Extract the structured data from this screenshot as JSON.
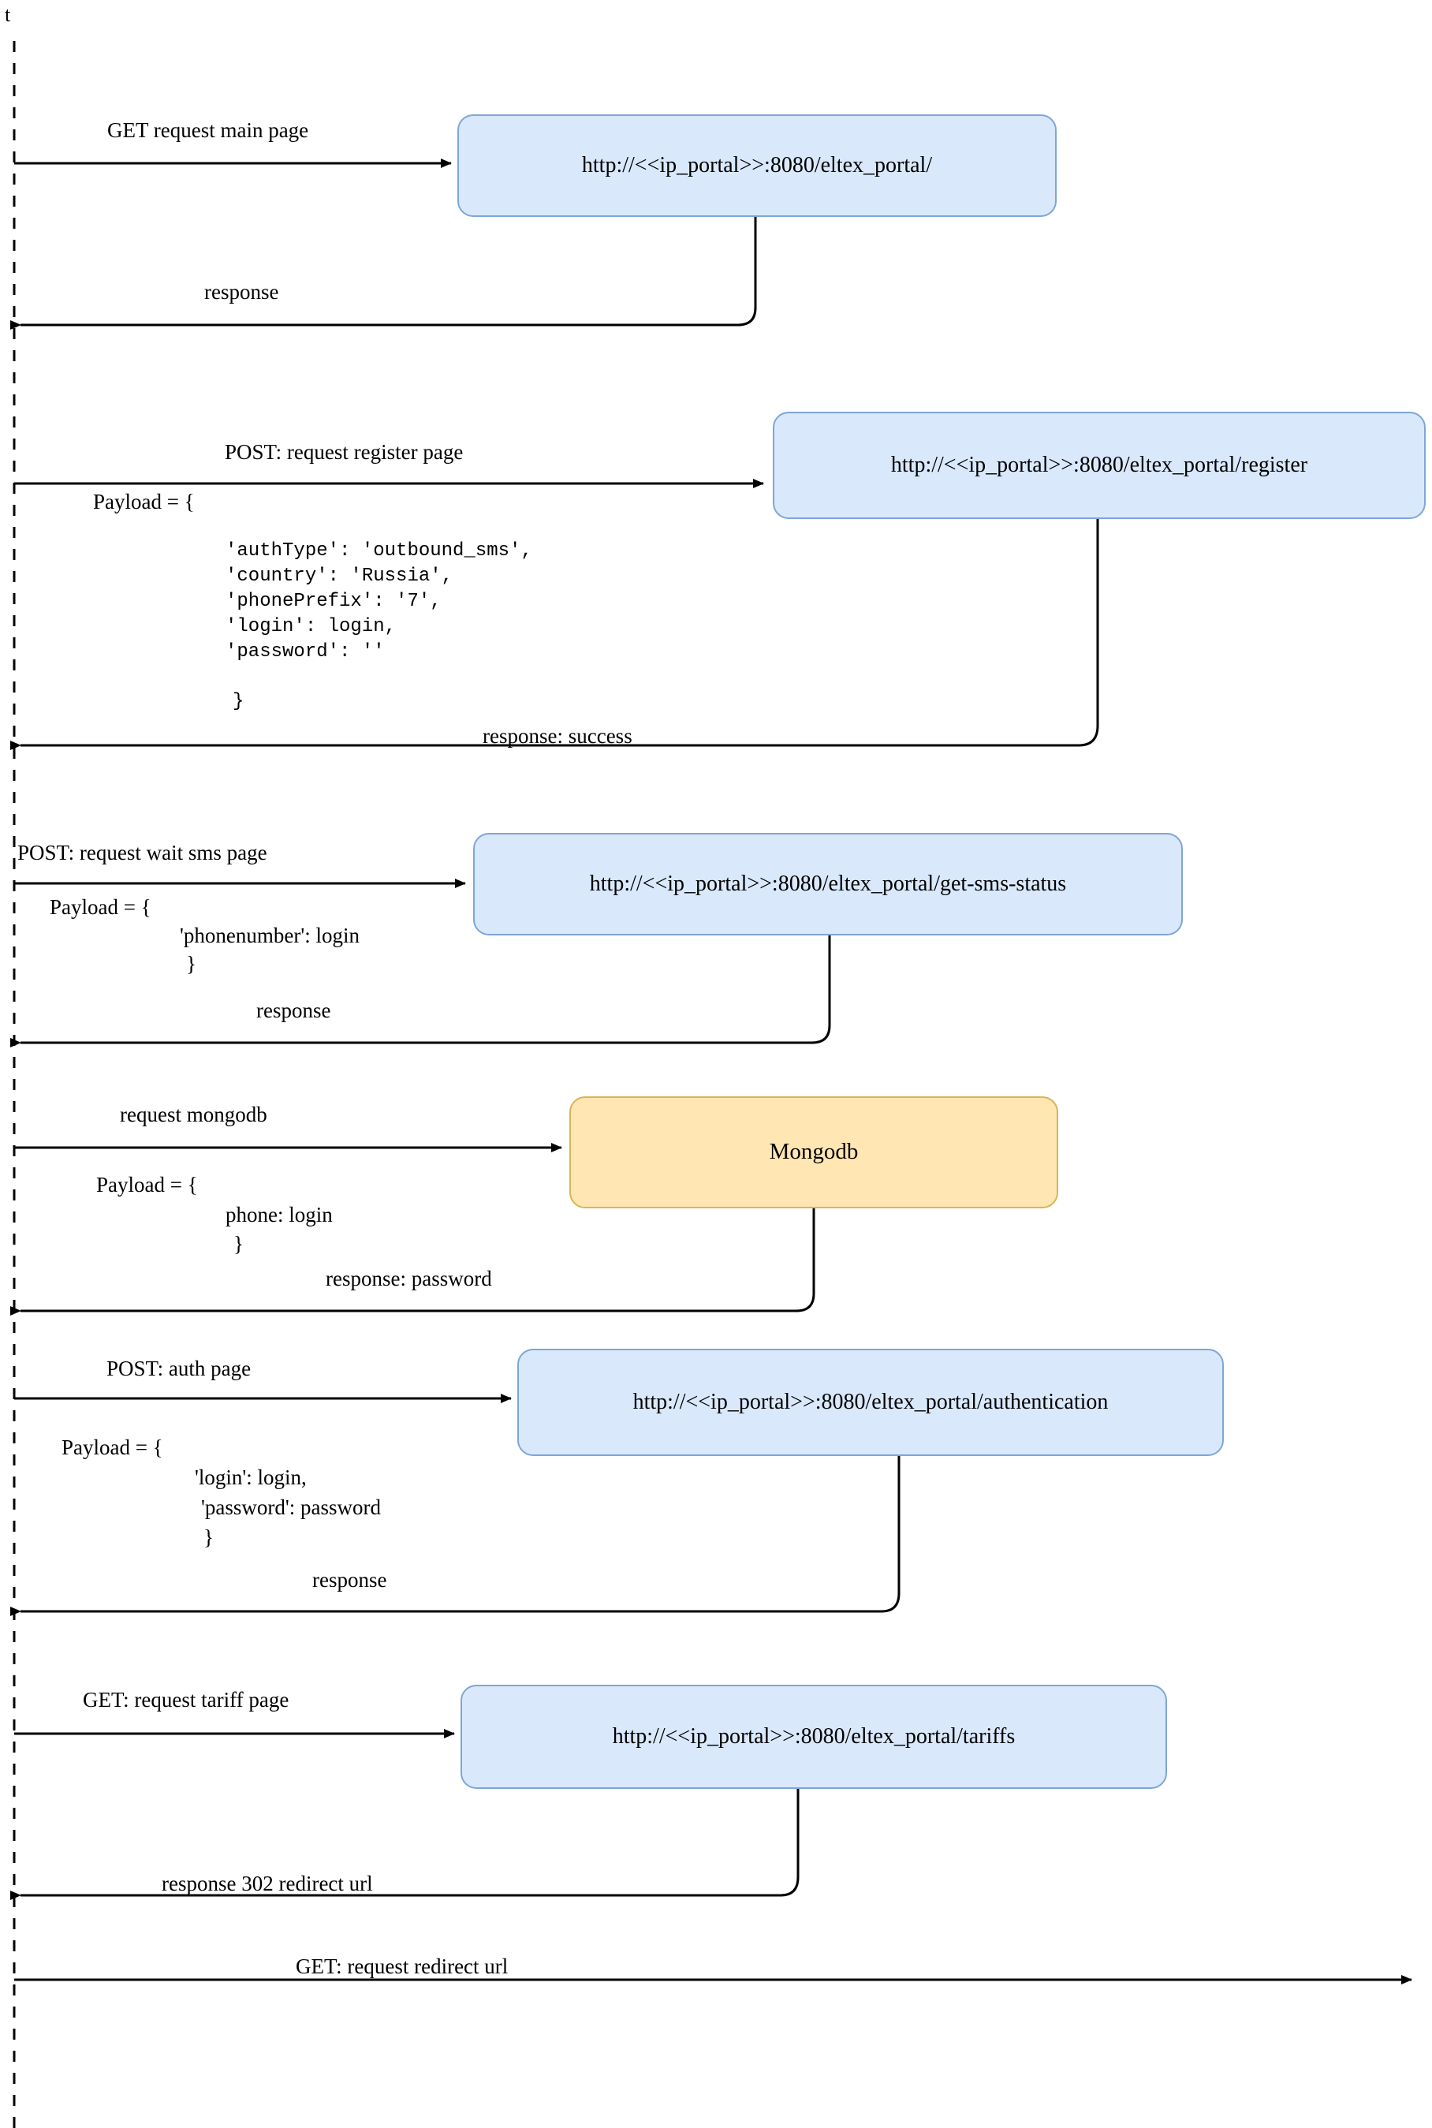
{
  "diagram": {
    "title_axis_label": "t",
    "timeline": {
      "name": "client-lifeline",
      "style": "dashed-vertical"
    },
    "colors": {
      "node_blue_fill": "#dae8fc",
      "node_blue_stroke": "#7ea6d8",
      "node_yellow_fill": "#ffe6b3",
      "node_yellow_stroke": "#d6b656",
      "line": "#000000",
      "background": "#ffffff"
    },
    "nodes": [
      {
        "id": "main-page",
        "label": "http://<<ip_portal>>:8080/eltex_portal/",
        "kind": "blue"
      },
      {
        "id": "register",
        "label": "http://<<ip_portal>>:8080/eltex_portal/register",
        "kind": "blue"
      },
      {
        "id": "get-sms-status",
        "label": "http://<<ip_portal>>:8080/eltex_portal/get-sms-status",
        "kind": "blue"
      },
      {
        "id": "mongodb",
        "label": "Mongodb",
        "kind": "yellow"
      },
      {
        "id": "authentication",
        "label": "http://<<ip_portal>>:8080/eltex_portal/authentication",
        "kind": "blue"
      },
      {
        "id": "tariffs",
        "label": "http://<<ip_portal>>:8080/eltex_portal/tariffs",
        "kind": "blue"
      }
    ],
    "messages": [
      {
        "id": "m1",
        "label": "GET request main page",
        "direction": "request"
      },
      {
        "id": "m2",
        "label": "response",
        "direction": "response"
      },
      {
        "id": "m3",
        "label": "POST: request register page",
        "direction": "request"
      },
      {
        "id": "m4",
        "label": "response: success",
        "direction": "response"
      },
      {
        "id": "m5",
        "label": "POST: request wait sms page",
        "direction": "request"
      },
      {
        "id": "m6",
        "label": "response",
        "direction": "response"
      },
      {
        "id": "m7",
        "label": "request mongodb",
        "direction": "request"
      },
      {
        "id": "m8",
        "label": "response: password",
        "direction": "response"
      },
      {
        "id": "m9",
        "label": "POST: auth page",
        "direction": "request"
      },
      {
        "id": "m10",
        "label": "response",
        "direction": "response"
      },
      {
        "id": "m11",
        "label": "GET: request tariff page",
        "direction": "request"
      },
      {
        "id": "m12",
        "label": "response 302 redirect url",
        "direction": "response"
      },
      {
        "id": "m13",
        "label": "GET: request redirect url",
        "direction": "request"
      }
    ],
    "payloads": {
      "register": {
        "header": "Payload = {",
        "lines": [
          "'authType': 'outbound_sms',",
          "'country': 'Russia',",
          "'phonePrefix': '7',",
          "'login': login,",
          "'password': ''"
        ],
        "footer": "}"
      },
      "sms": {
        "header": "Payload = {",
        "lines": [
          "'phonenumber': login"
        ],
        "footer": "}"
      },
      "mongodb": {
        "header": "Payload = {",
        "lines": [
          "phone: login"
        ],
        "footer": "}"
      },
      "auth": {
        "header": "Payload = {",
        "lines": [
          "'login': login,",
          "'password': password"
        ],
        "footer": "}"
      }
    }
  }
}
